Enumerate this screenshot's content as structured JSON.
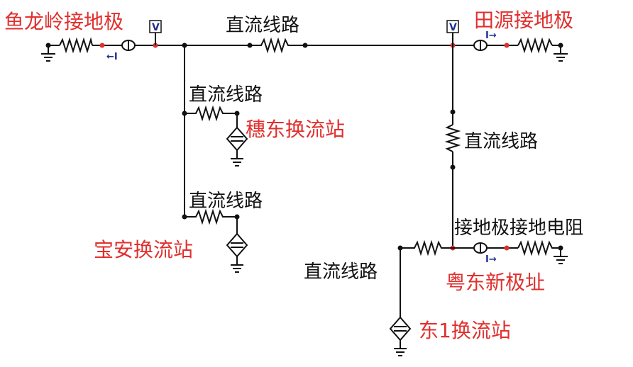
{
  "labels": {
    "yulongling_electrode": "鱼龙岭接地极",
    "tianyuan_electrode": "田源接地极",
    "dc_line_top": "直流线路",
    "dc_line_suidong": "直流线路",
    "suidong_station": "穗东换流站",
    "dc_line_right": "直流线路",
    "dc_line_baoan": "直流线路",
    "baoan_station": "宝安换流站",
    "grounding_resistance": "接地极接地电阻",
    "dc_line_dong1": "直流线路",
    "yuedong_site": "粤东新极址",
    "dong1_station": "东1换流站"
  },
  "meters": {
    "voltmeter_symbol": "V",
    "current_left": "←I",
    "current_right_top": "I→",
    "current_right_bottom": "I→"
  },
  "colors": {
    "label_red": "#e0302e",
    "wire": "#111111",
    "meter_blue": "#1f2f8f"
  }
}
